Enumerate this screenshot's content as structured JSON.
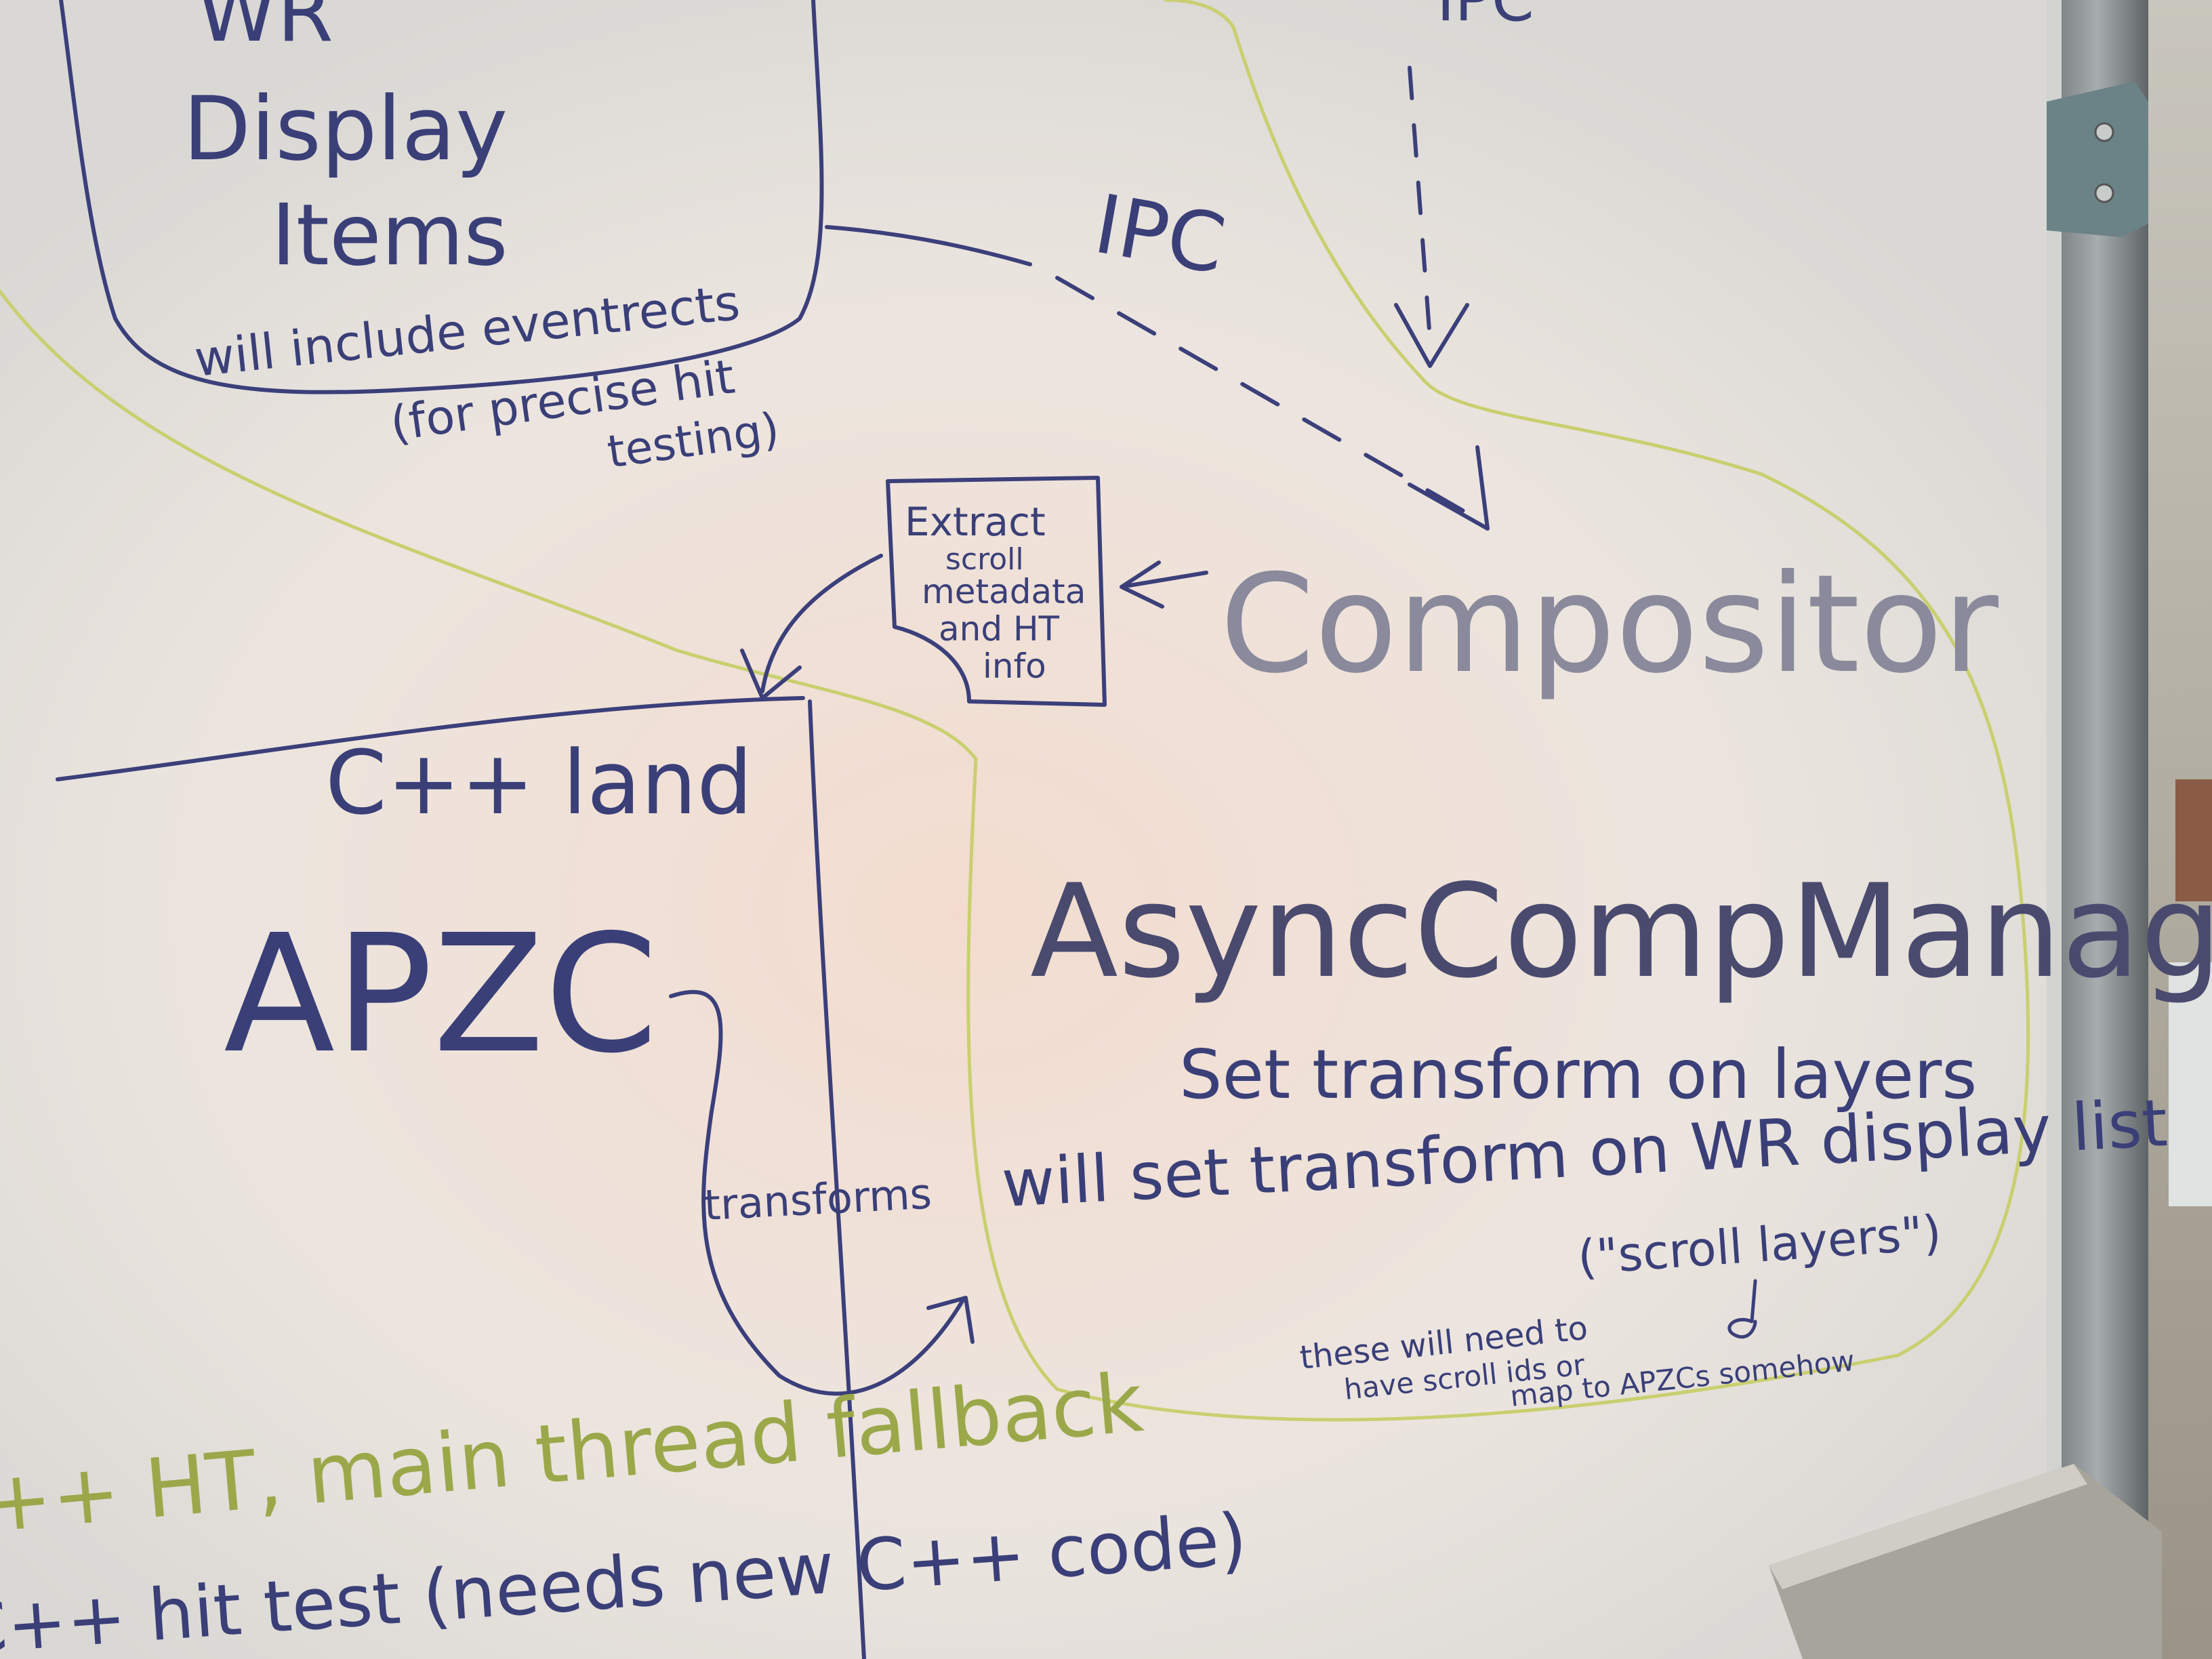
{
  "whiteboard": {
    "top_box": {
      "line1": "WR",
      "line2": "Display",
      "line3": "Items",
      "note1": "will include eventrects",
      "note2": "(for precise hit",
      "note3": "testing)"
    },
    "top_label": "IPC",
    "ipc_label": "IPC",
    "extract_box": {
      "line1": "Extract",
      "line2": "scroll",
      "line3": "metadata",
      "line4": "and HT",
      "line5": "info"
    },
    "compositor_label": "Compositor",
    "cpp_land_label": "C++ land",
    "apzc_label": "APZC",
    "async_manager": {
      "title": "AsyncCompManager",
      "line1": "Set transform on layers",
      "line2": "will set transform on WR display list",
      "line3": "(\"scroll layers\")",
      "note1": "these will need to",
      "note2": "have scroll ids or",
      "note3": "map to   APZCs somehow"
    },
    "transforms_label": "transforms",
    "bottom_green": "++ HT, main thread fallback",
    "bottom_line": "C++ hit test  (needs new C++ code)"
  },
  "colors": {
    "board": "#ece8e2",
    "ink_blue": "#3b3f7a",
    "ink_green": "#9aa84a",
    "frame_metal": "#8e9496"
  }
}
